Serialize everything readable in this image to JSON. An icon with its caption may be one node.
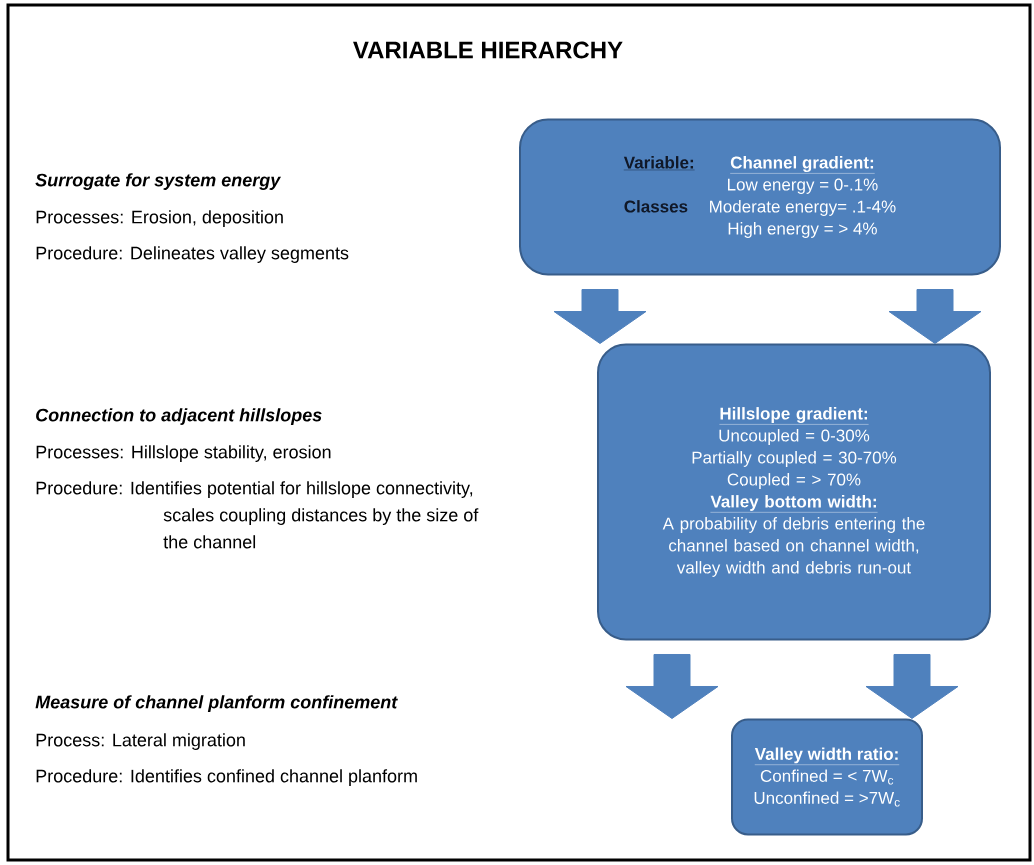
{
  "diagram": {
    "title": "VARIABLE HIERARCHY",
    "nodes": [
      {
        "text": [
          "Variable:",
          "Classes",
          "Channel gradient:",
          "Low energy = 0-.1%",
          "Moderate energy= .1-4%",
          "High energy = > 4%"
        ]
      },
      {
        "text": [
          "Hillslope gradient:",
          "Uncoupled = 0-30%",
          "Partially coupled = 30-70%",
          "Coupled = > 70%",
          "Valley bottom width:",
          "A probability of debris entering the channel based on channel width, valley width and debris run-out"
        ]
      },
      {
        "text": [
          "Valley width ratio:",
          "Confined = < 7W$_{c}$",
          "Unconfined = >7W$_{c}$"
        ]
      }
    ],
    "edges": [
      {
        "from": 0,
        "to": 1,
        "arrow": "to"
      },
      {
        "from": 0,
        "to": 1,
        "arrow": "to"
      },
      {
        "from": 1,
        "to": 2,
        "arrow": "to"
      },
      {
        "from": 1,
        "to": 2,
        "arrow": "to"
      }
    ],
    "labels": [
      "Surrogate for system energy",
      "Processes: Erosion, deposition",
      "Procedure: Delineates valley segments",
      "Connection to adjacent hillslopes",
      "Processes: Hillslope stability, erosion",
      "Procedure: Identifies potential for hillslope connectivity, scales coupling distances by the size of the channel",
      "Measure of channel planform confinement",
      "Process: Lateral migration",
      "Procedure: Identifies confined channel planform"
    ]
  }
}
